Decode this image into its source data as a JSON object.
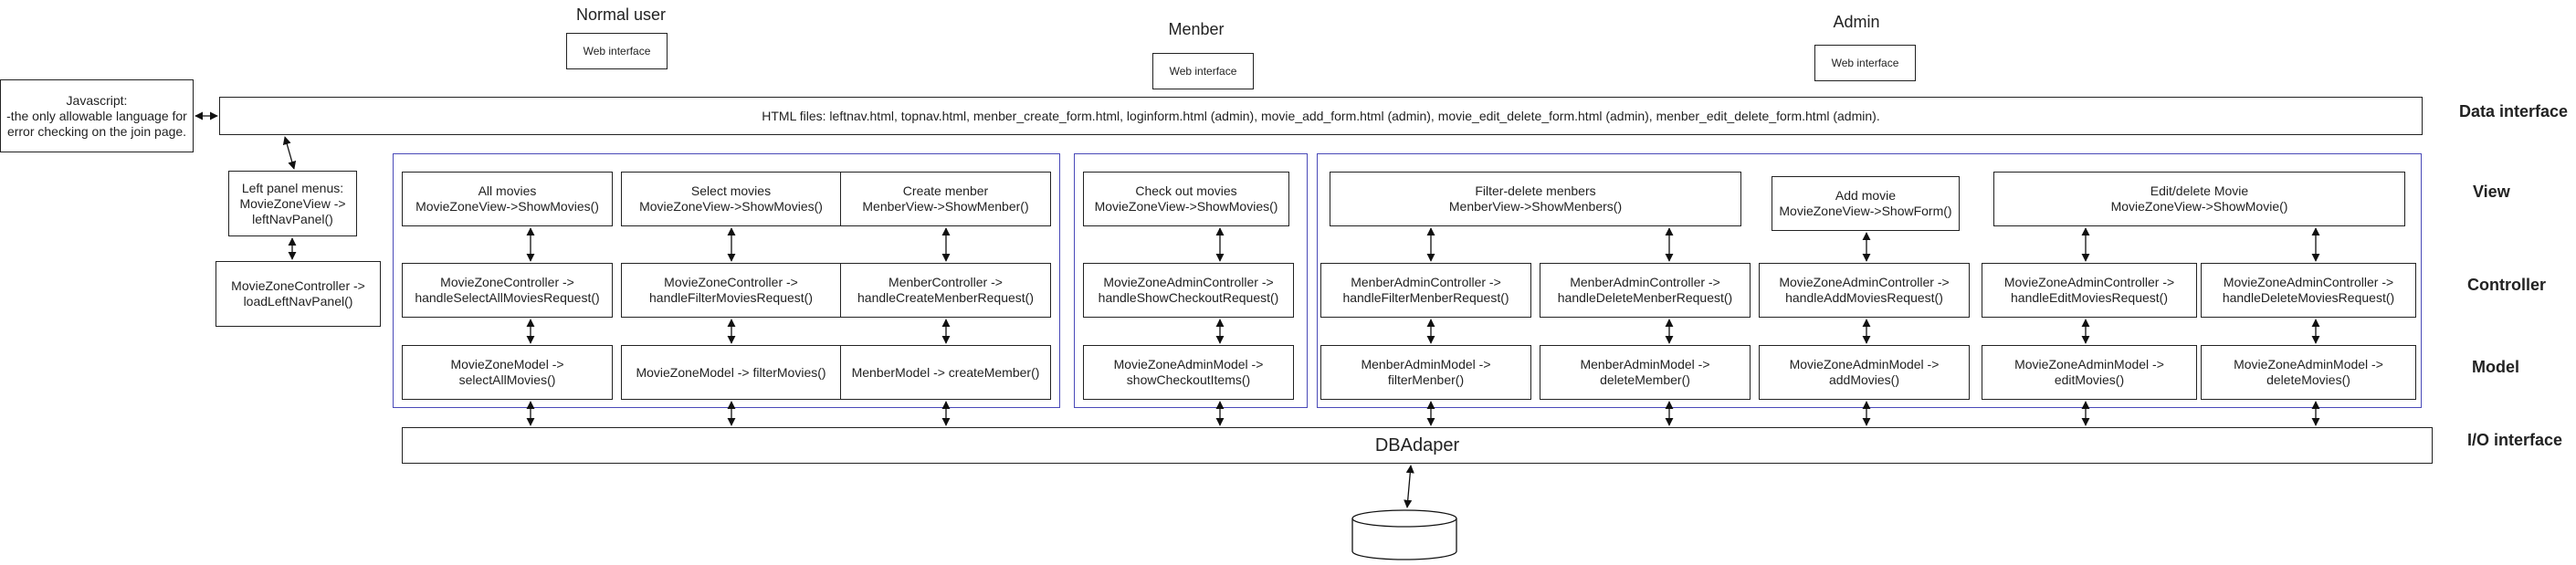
{
  "roles": {
    "normal_user": "Normal user",
    "menber": "Menber",
    "admin": "Admin"
  },
  "web_interface_label": "Web interface",
  "layers": {
    "data_interface": "Data interface",
    "view": "View",
    "controller": "Controller",
    "model": "Model",
    "io_interface": "I/O interface"
  },
  "html_files": "HTML files: leftnav.html, topnav.html, menber_create_form.html, loginform.html (admin), movie_add_form.html (admin), movie_edit_delete_form.html (admin), menber_edit_delete_form.html (admin).",
  "javascript_note": "Javascript:\n-the only allowable language for error checking on the join page.",
  "left_panel": {
    "view": "Left panel menus:\nMovieZoneView ->\nleftNavPanel()",
    "controller": "MovieZoneController ->\nloadLeftNavPanel()"
  },
  "normal_user_columns": [
    {
      "view": "All movies\nMovieZoneView->ShowMovies()",
      "controller": "MovieZoneController ->\nhandleSelectAllMoviesRequest()",
      "model": "MovieZoneModel ->\nselectAllMovies()"
    },
    {
      "view": "Select movies\nMovieZoneView->ShowMovies()",
      "controller": "MovieZoneController ->\nhandleFilterMoviesRequest()",
      "model": "MovieZoneModel -> filterMovies()"
    },
    {
      "view": "Create menber\nMenberView->ShowMenber()",
      "controller": "MenberController ->\nhandleCreateMenberRequest()",
      "model": "MenberModel -> createMember()"
    }
  ],
  "menber_columns": [
    {
      "view": "Check out movies\nMovieZoneView->ShowMovies()",
      "controller": "MovieZoneAdminController ->\nhandleShowCheckoutRequest()",
      "model": "MovieZoneAdminModel ->\nshowCheckoutItems()"
    }
  ],
  "admin": {
    "filter_delete_view": "Filter-delete menbers\nMenberView->ShowMenbers()",
    "add_movie_view": "Add movie\nMovieZoneView->ShowForm()",
    "edit_delete_view": "Edit/delete Movie\nMovieZoneView->ShowMovie()",
    "columns": [
      {
        "controller": "MenberAdminController ->\nhandleFilterMenberRequest()",
        "model": "MenberAdminModel ->\nfilterMenber()"
      },
      {
        "controller": "MenberAdminController ->\nhandleDeleteMenberRequest()",
        "model": "MenberAdminModel ->\ndeleteMember()"
      },
      {
        "controller": "MovieZoneAdminController ->\nhandleAddMoviesRequest()",
        "model": "MovieZoneAdminModel ->\naddMovies()"
      },
      {
        "controller": "MovieZoneAdminController ->\nhandleEditMoviesRequest()",
        "model": "MovieZoneAdminModel ->\neditMovies()"
      },
      {
        "controller": "MovieZoneAdminController ->\nhandleDeleteMoviesRequest()",
        "model": "MovieZoneAdminModel ->\ndeleteMovies()"
      }
    ]
  },
  "dbadapter": "DBAdaper"
}
